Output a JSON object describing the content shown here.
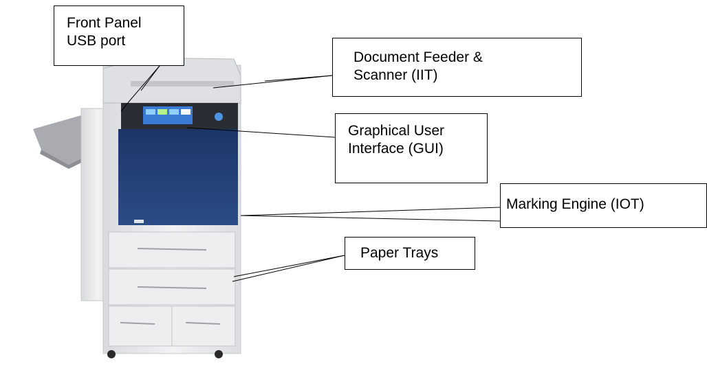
{
  "callouts": {
    "usb": {
      "text": "Front Panel\nUSB port"
    },
    "feeder": {
      "text": "Document Feeder &\nScanner (IIT)"
    },
    "gui": {
      "text": "Graphical User\nInterface (GUI)"
    },
    "iot": {
      "text": "Marking Engine (IOT)"
    },
    "trays": {
      "text": "Paper Trays"
    }
  },
  "colors": {
    "machine_body": "#e9eaec",
    "front_panel": "#1e3a6b",
    "screen": "#3a7bd5",
    "outline": "#000000"
  }
}
